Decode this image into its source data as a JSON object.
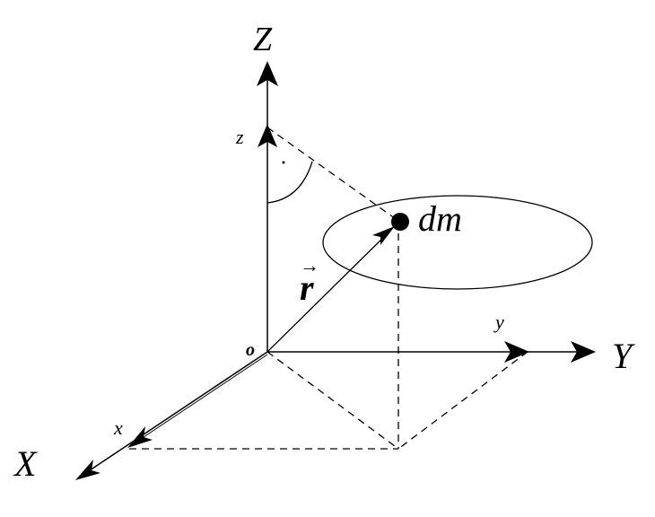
{
  "axes": {
    "z_label": "Z",
    "y_label": "Y",
    "x_label": "X",
    "z_component": "z",
    "y_component": "y",
    "x_component": "x",
    "origin_label": "o"
  },
  "mass_element": {
    "label": "dm"
  },
  "position_vector": {
    "label": "r",
    "arrow": "→"
  },
  "colors": {
    "stroke": "#000000",
    "background": "#ffffff"
  }
}
